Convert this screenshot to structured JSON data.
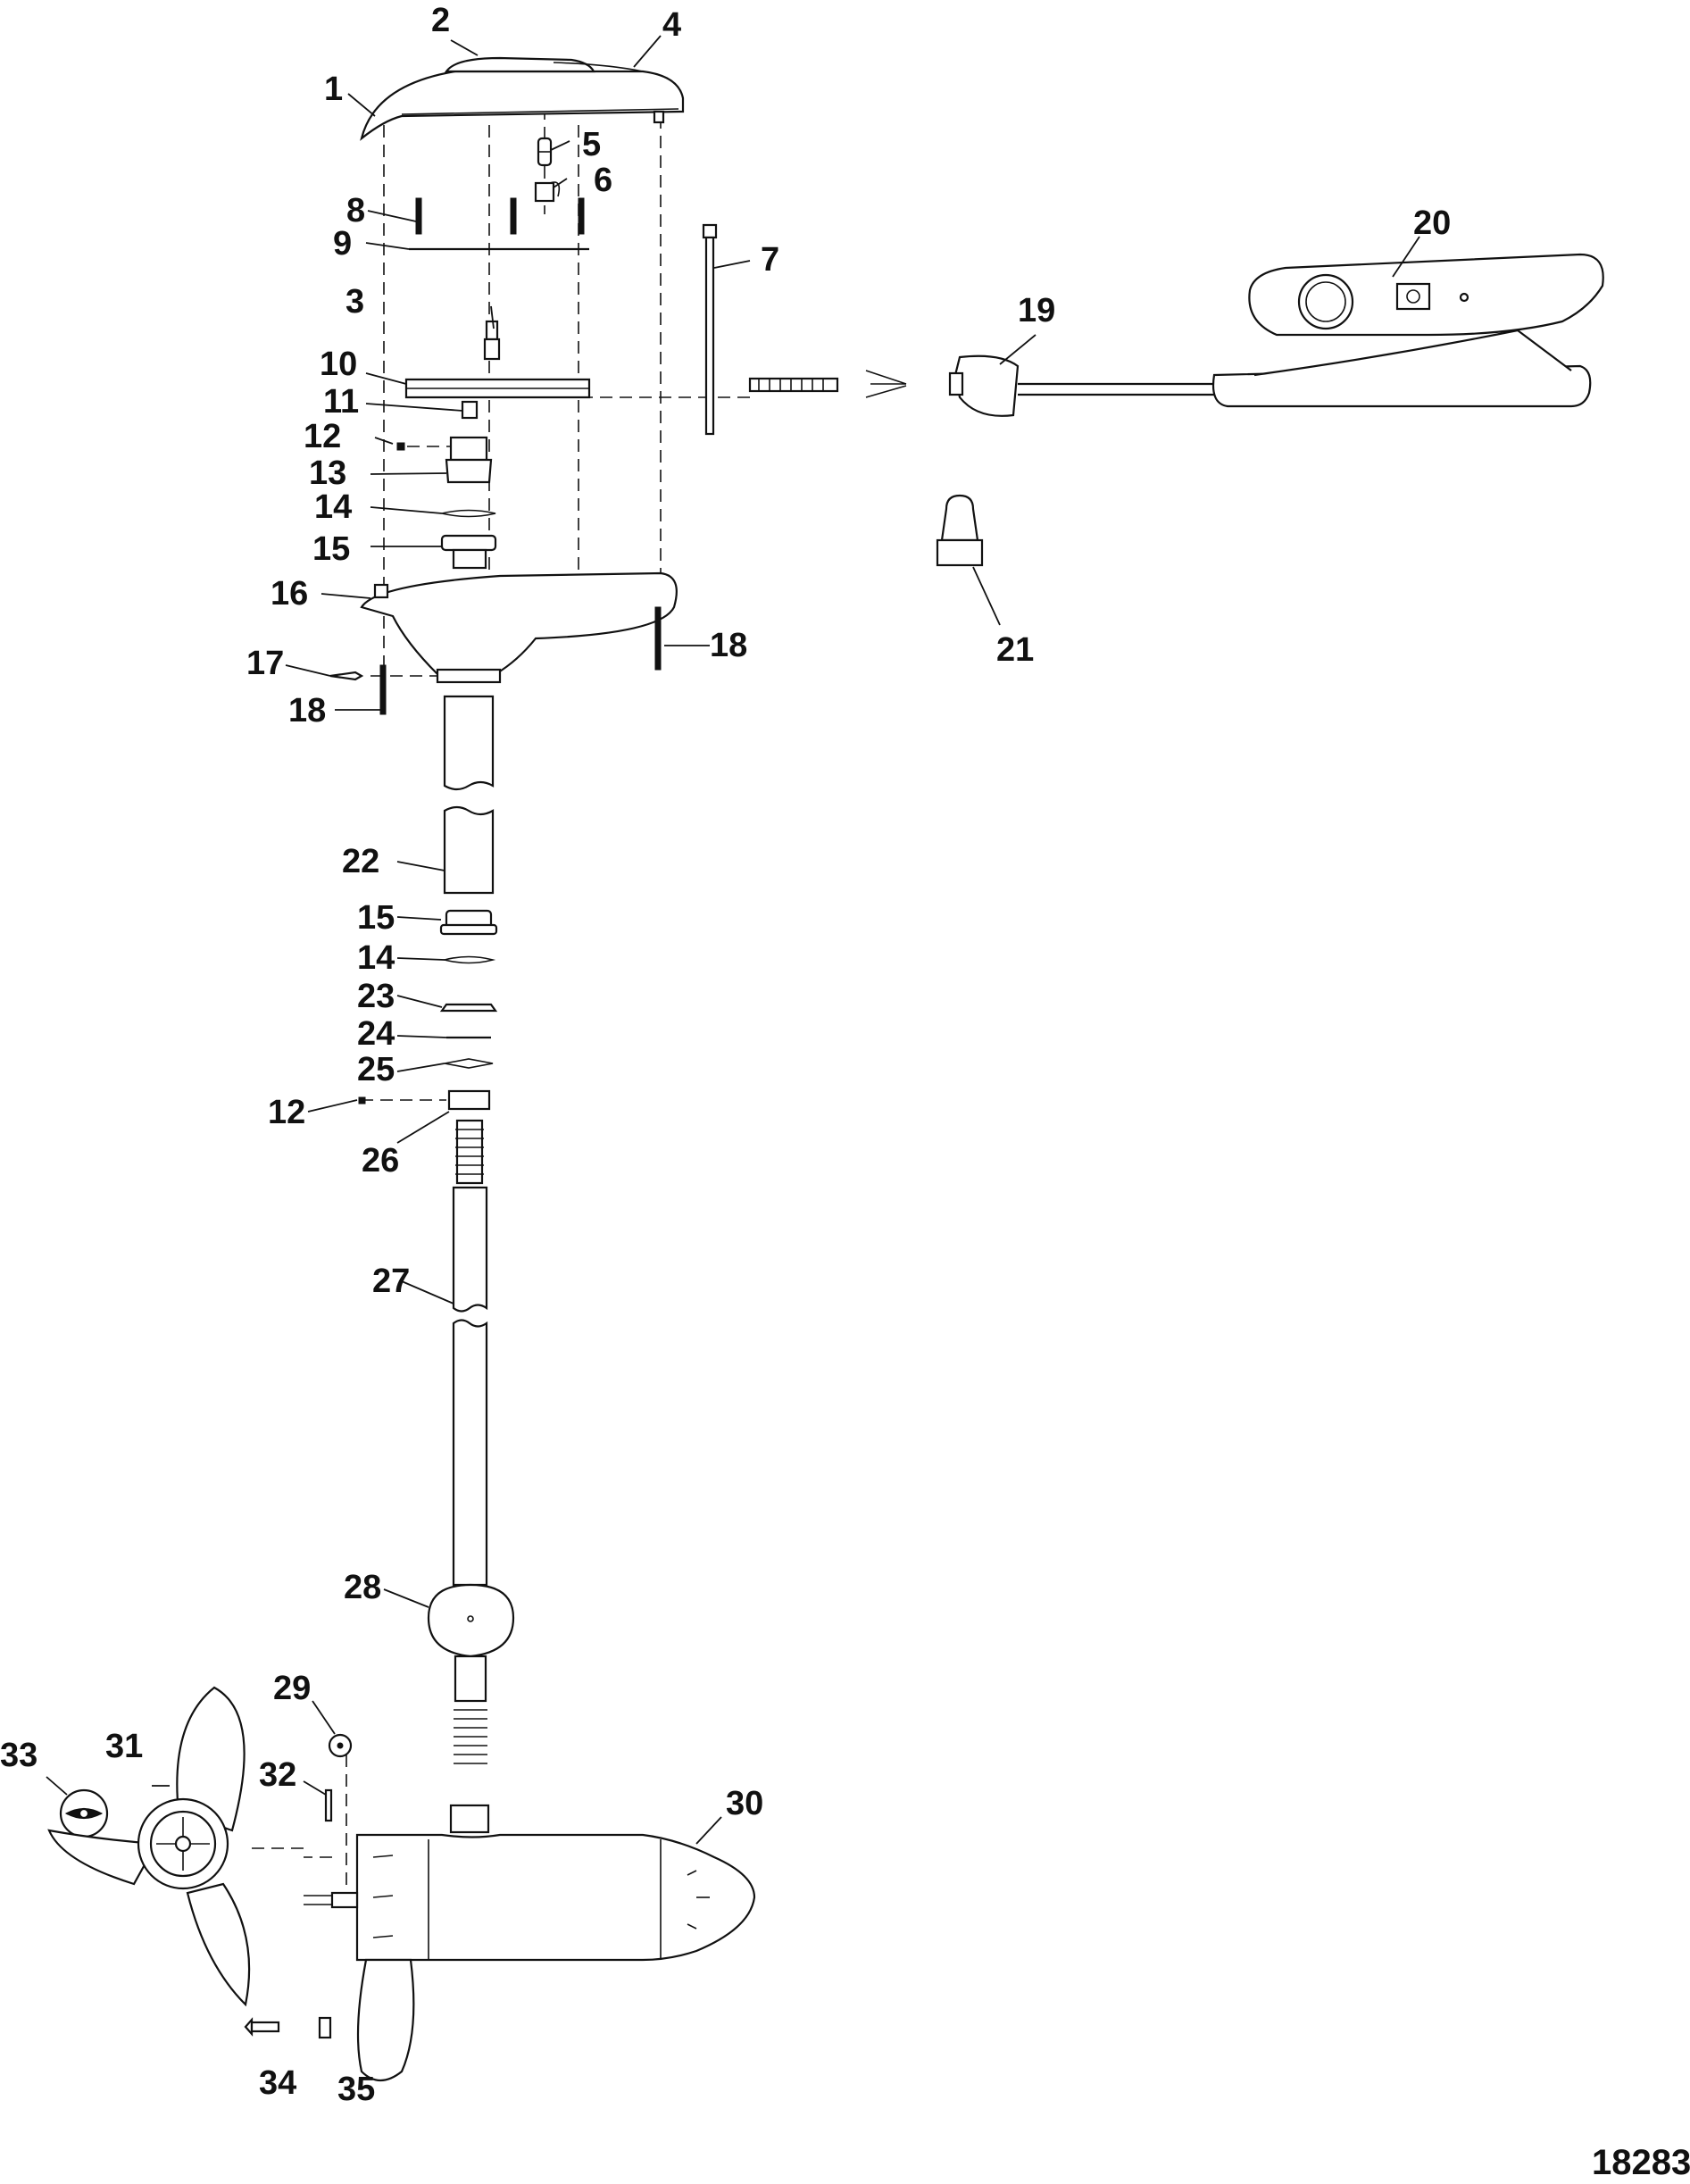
{
  "callouts": [
    "1",
    "2",
    "3",
    "4",
    "5",
    "6",
    "7",
    "8",
    "9",
    "10",
    "11",
    "12",
    "13",
    "14",
    "15",
    "16",
    "17",
    "18",
    "19",
    "20",
    "21",
    "22",
    "23",
    "24",
    "25",
    "26",
    "27",
    "28",
    "29",
    "30",
    "31",
    "32",
    "33",
    "34",
    "35"
  ],
  "figure_number": "18283"
}
